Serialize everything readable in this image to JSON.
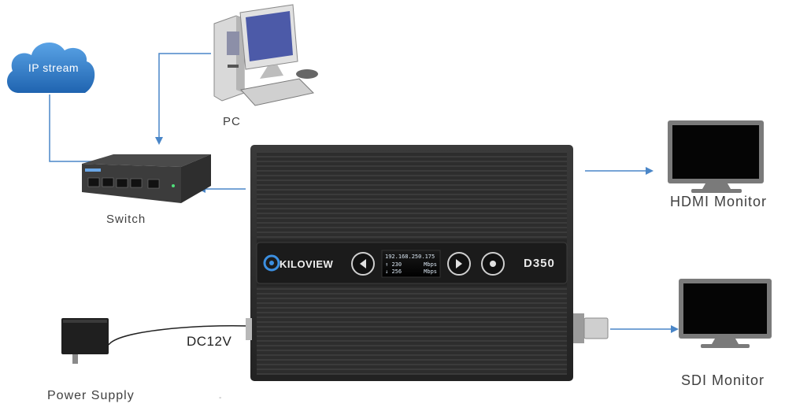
{
  "labels": {
    "cloud": "IP stream",
    "pc": "PC",
    "switch": "Switch",
    "hdmi_monitor": "HDMI Monitor",
    "sdi_monitor": "SDI Monitor",
    "power_supply": "Power Supply",
    "dc": "DC12V",
    "stray_mark": "-"
  },
  "device": {
    "brand": "KILOVIEW",
    "model": "D350",
    "screen": {
      "ip": "192.168.250.175",
      "up_value": "230",
      "up_unit": "Mbps",
      "down_value": "256",
      "down_unit": "Mbps"
    }
  },
  "colors": {
    "arrow": "#4a86c8",
    "cloud": "#2f78c4",
    "device_body": "#2b2b2b",
    "monitor_frame": "#7a7a7a"
  }
}
